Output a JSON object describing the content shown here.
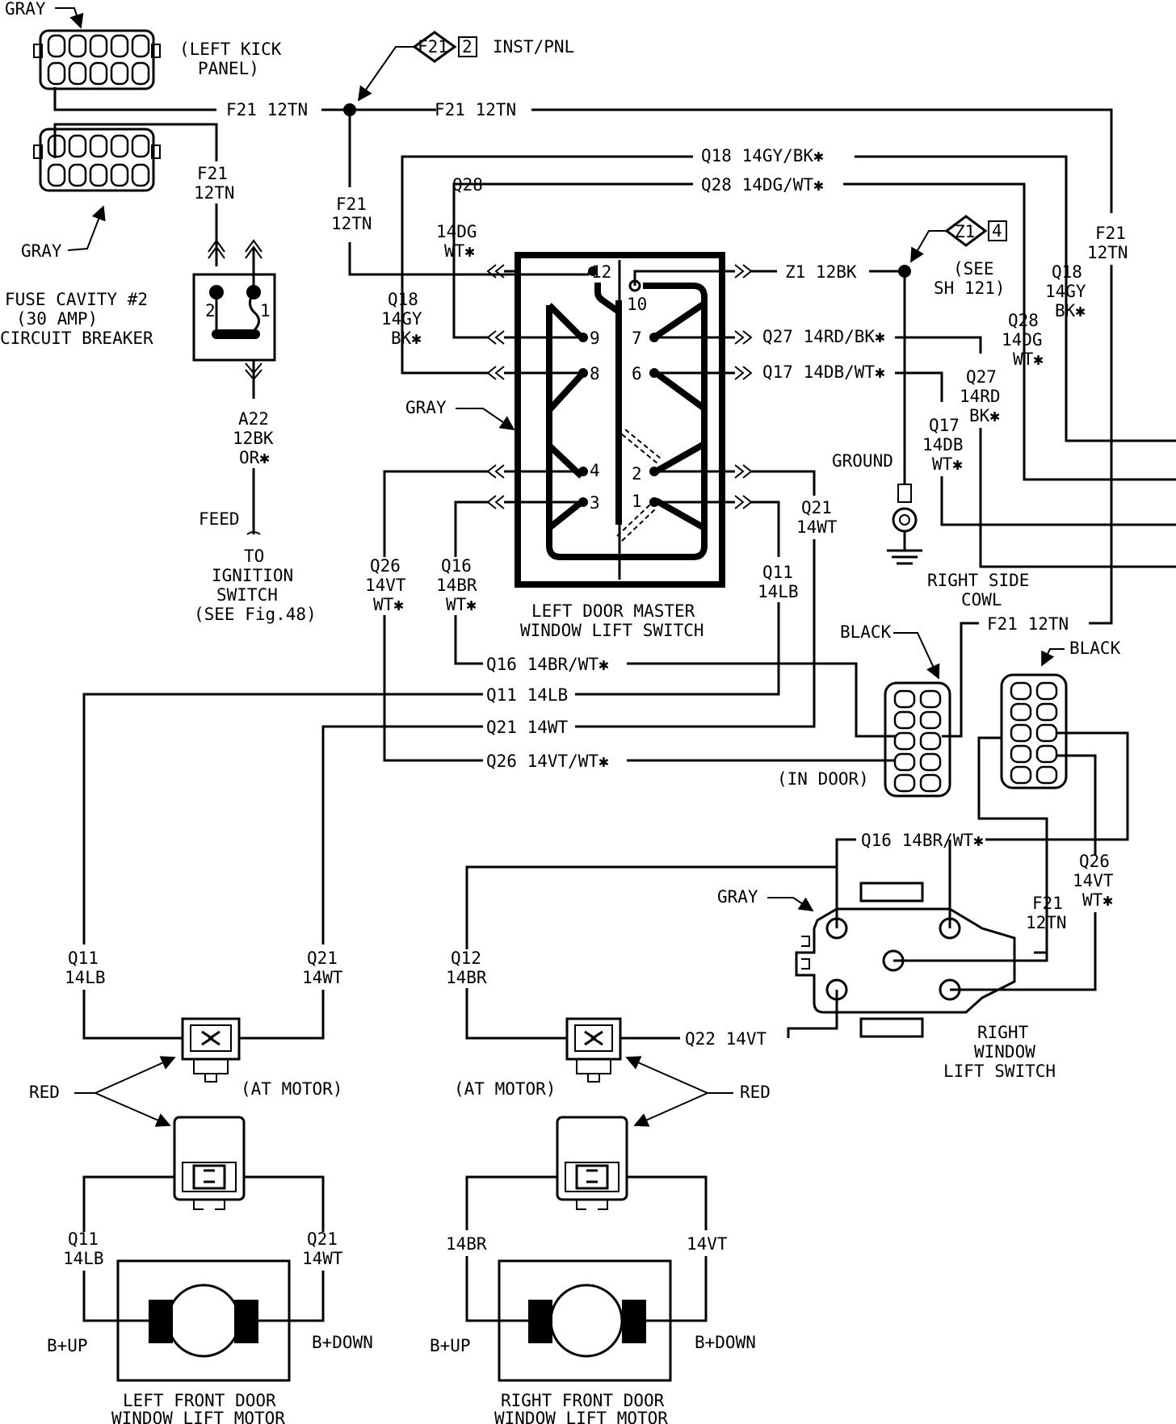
{
  "labels": {
    "gray_left_kick_top": "GRAY",
    "left_kick_panel": [
      "(LEFT KICK",
      "PANEL)"
    ],
    "gray_fuse_conn": "GRAY",
    "fuse_cavity": [
      "FUSE CAVITY #2",
      "(30 AMP)",
      "CIRCUIT BREAKER"
    ],
    "f21_vert_left": [
      "F21",
      "12TN"
    ],
    "f21_horiz_left": "F21 12TN",
    "f21_horiz_right": "F21 12TN",
    "inst_pnl_code": "F21",
    "inst_pnl_num": "2",
    "inst_pnl": "INST/PNL",
    "q18_top": "Q18 14GY/BK✱",
    "q28_top": "Q28 14DG/WT✱",
    "q28_vert": [
      "Q28",
      "14DG",
      "WT✱"
    ],
    "f21_center_vert": [
      "F21",
      "12TN"
    ],
    "q18_vert": [
      "Q18",
      "14GY",
      "BK✱"
    ],
    "a22": [
      "A22",
      "12BK",
      "OR✱"
    ],
    "feed": "FEED",
    "to_ignition": [
      "TO",
      "IGNITION",
      "SWITCH",
      "(SEE Fig.48)"
    ],
    "gray_master": "GRAY",
    "pins": [
      "12",
      "10",
      "9",
      "7",
      "8",
      "6",
      "4",
      "2",
      "3",
      "1"
    ],
    "z1_12bk": "Z1 12BK",
    "z1_code": "Z1",
    "z1_num": "4",
    "see_sh121": [
      "(SEE",
      "SH 121)"
    ],
    "q27_horiz": "Q27 14RD/BK✱",
    "q17_horiz": "Q17 14DB/WT✱",
    "ground": "GROUND",
    "q27_vert": [
      "Q27",
      "14RD",
      "BK✱"
    ],
    "q17_vert": [
      "Q17",
      "14DB",
      "WT✱"
    ],
    "right_side_cowl": [
      "RIGHT SIDE",
      "COWL"
    ],
    "f21_far_right": [
      "F21",
      "12TN"
    ],
    "q18_far_right": [
      "Q18",
      "14GY",
      "BK✱"
    ],
    "q28_far_right": [
      "Q28",
      "14DG",
      "WT✱"
    ],
    "q21_14wt_a": [
      "Q21",
      "14WT"
    ],
    "q11_14lb_a": [
      "Q11",
      "14LB"
    ],
    "q26_vert": [
      "Q26",
      "14VT",
      "WT✱"
    ],
    "q16_vert": [
      "Q16",
      "14BR",
      "WT✱"
    ],
    "left_door_master": [
      "LEFT DOOR MASTER",
      "WINDOW LIFT SWITCH"
    ],
    "black_1": "BLACK",
    "f21_12tn_mid": "F21 12TN",
    "black_2": "BLACK",
    "q16_horiz": "Q16 14BR/WT✱",
    "q11_horiz": "Q11 14LB",
    "q21_horiz": "Q21 14WT",
    "q26_horiz": "Q26 14VT/WT✱",
    "in_door": "(IN DOOR)",
    "q16_horiz_right": "Q16 14BR/WT✱",
    "q26_right_vert": [
      "Q26",
      "14VT",
      "WT✱"
    ],
    "gray_right_switch": "GRAY",
    "f21_right_switch": [
      "F21",
      "12TN"
    ],
    "right_window_lift_switch": [
      "RIGHT",
      "WINDOW",
      "LIFT SWITCH"
    ],
    "q11_left_motor": [
      "Q11",
      "14LB"
    ],
    "q21_left_motor": [
      "Q21",
      "14WT"
    ],
    "q12_vert": [
      "Q12",
      "14BR"
    ],
    "q22_horiz": "Q22 14VT",
    "red_left": "RED",
    "at_motor_left": "(AT MOTOR)",
    "at_motor_right": "(AT MOTOR)",
    "red_right": "RED",
    "q11_bottom": [
      "Q11",
      "14LB"
    ],
    "q21_bottom": [
      "Q21",
      "14WT"
    ],
    "br_14": "14BR",
    "vt_14": "14VT",
    "b_up_left": "B+UP",
    "b_down_left": "B+DOWN",
    "b_up_right": "B+UP",
    "b_down_right": "B+DOWN",
    "left_front_motor": [
      "LEFT FRONT DOOR",
      "WINDOW LIFT MOTOR"
    ],
    "right_front_motor": [
      "RIGHT FRONT DOOR",
      "WINDOW LIFT MOTOR"
    ]
  }
}
